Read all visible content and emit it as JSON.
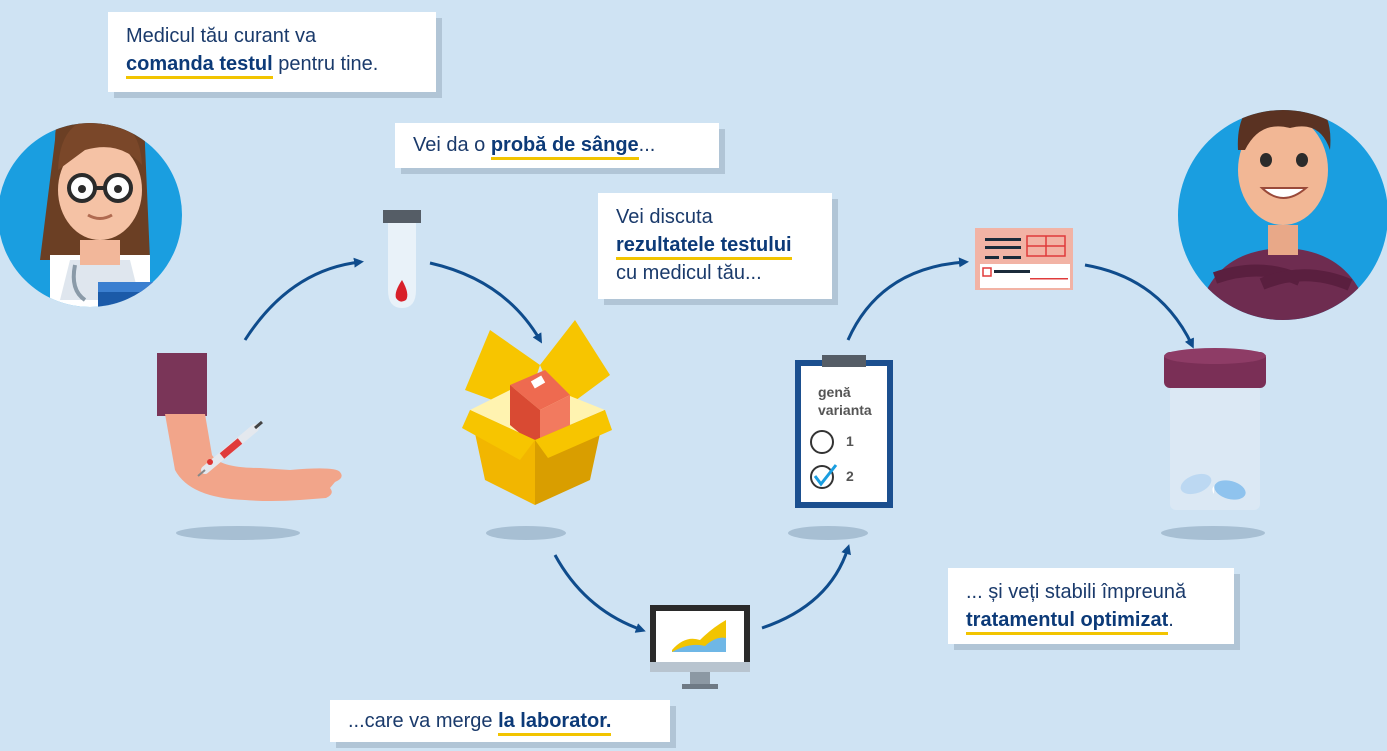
{
  "bubbles": {
    "doctor": {
      "line1": "Medicul tău curant va",
      "bold": "comanda testul",
      "rest": " pentru tine."
    },
    "blood": {
      "pre": "Vei da o ",
      "bold": "probă de sânge",
      "post": "..."
    },
    "discuss": {
      "line1": "Vei discuta",
      "bold": "rezultatele testului",
      "line3": "cu medicul tău..."
    },
    "lab": {
      "pre": "...care va merge ",
      "bold": "la laborator."
    },
    "treatment": {
      "line1": "... și veți stabili împreună",
      "bold": "tratamentul optimizat",
      "post": "."
    }
  },
  "clipboard": {
    "line1": "genă",
    "line2": "varianta",
    "opt1": "1",
    "opt2": "2"
  },
  "colors": {
    "background": "#cfe3f3",
    "arrow": "#0f4c8c",
    "accent": "#f2c400",
    "text": "#0c3a78"
  },
  "icons": [
    "doctor-avatar",
    "arm-syringe-icon",
    "test-tube-icon",
    "open-box-icon",
    "monitor-chart-icon",
    "clipboard-icon",
    "prescription-icon",
    "pill-jar-icon",
    "patient-avatar"
  ]
}
